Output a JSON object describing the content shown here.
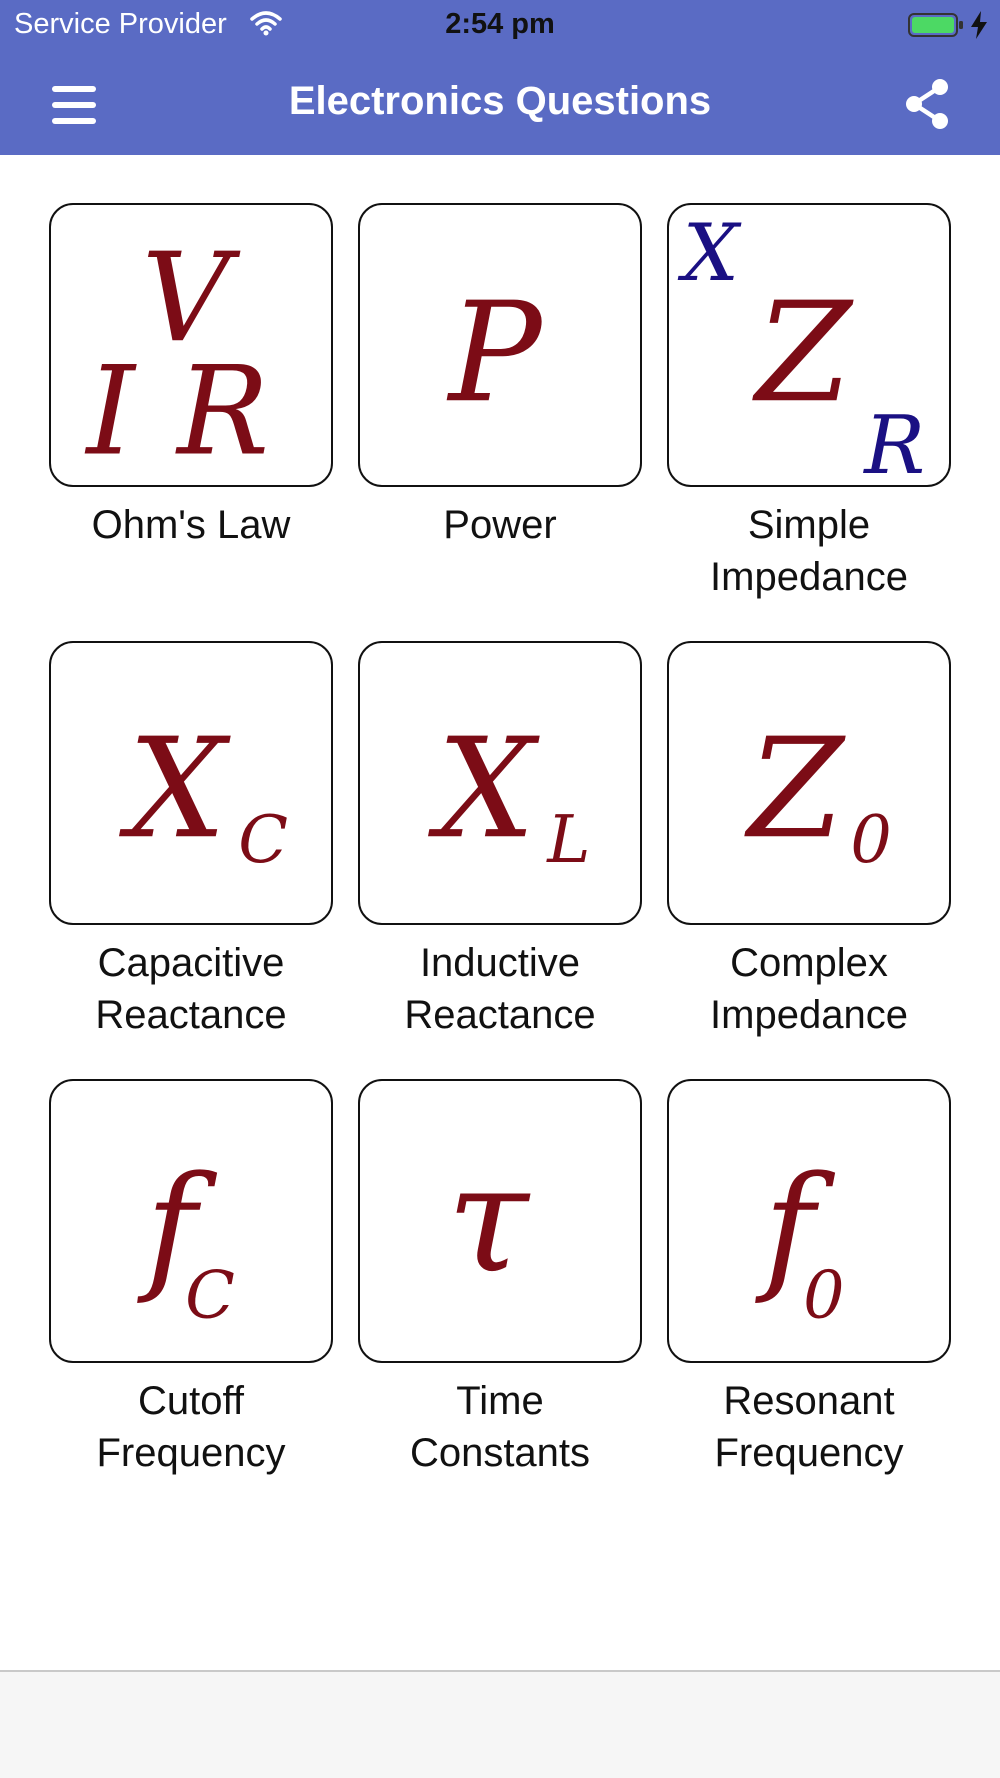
{
  "status_bar": {
    "carrier": "Service Provider",
    "time": "2:54 pm",
    "icons": [
      "wifi-icon",
      "battery-icon",
      "charging-bolt-icon"
    ]
  },
  "nav": {
    "title": "Electronics Questions",
    "menu_icon": "hamburger-menu-icon",
    "share_icon": "share-icon"
  },
  "colors": {
    "header_bg": "#5a6bc4",
    "symbol_red": "#7c0c16",
    "symbol_blue": "#1a1083",
    "footer_bg": "#f6f6f6"
  },
  "tiles": [
    {
      "label_line1": "Ohm's Law",
      "label_line2": "",
      "glyphs": {
        "v": "V",
        "i": "I",
        "r": "R"
      }
    },
    {
      "label_line1": "Power",
      "label_line2": "",
      "glyphs": {
        "main": "P"
      }
    },
    {
      "label_line1": "Simple",
      "label_line2": "Impedance",
      "glyphs": {
        "x": "X",
        "z": "Z",
        "r": "R"
      }
    },
    {
      "label_line1": "Capacitive",
      "label_line2": "Reactance",
      "glyphs": {
        "main": "X",
        "sub": "C"
      }
    },
    {
      "label_line1": "Inductive",
      "label_line2": "Reactance",
      "glyphs": {
        "main": "X",
        "sub": "L"
      }
    },
    {
      "label_line1": "Complex",
      "label_line2": "Impedance",
      "glyphs": {
        "main": "Z",
        "sub": "0"
      }
    },
    {
      "label_line1": "Cutoff",
      "label_line2": "Frequency",
      "glyphs": {
        "main": "f",
        "sub": "C"
      }
    },
    {
      "label_line1": "Time",
      "label_line2": "Constants",
      "glyphs": {
        "main": "τ"
      }
    },
    {
      "label_line1": "Resonant",
      "label_line2": "Frequency",
      "glyphs": {
        "main": "f",
        "sub": "0"
      }
    }
  ]
}
